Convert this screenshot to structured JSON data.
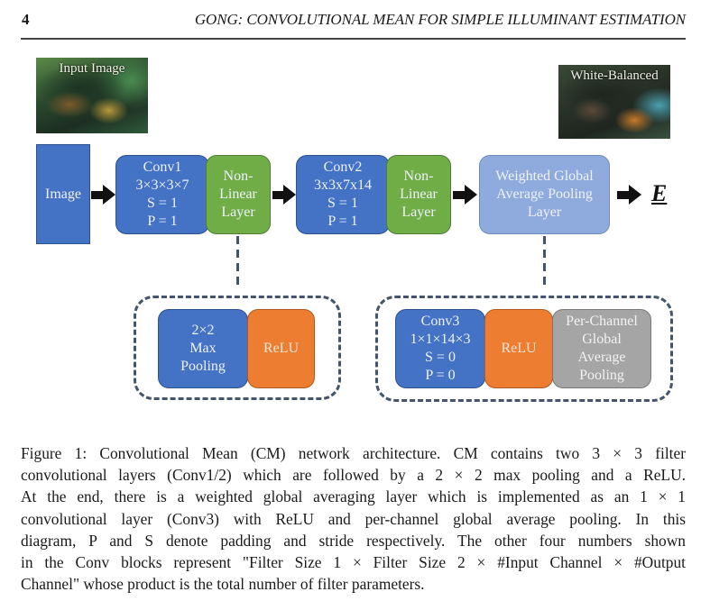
{
  "header": {
    "page_number": "4",
    "running_title": "GONG: CONVOLUTIONAL MEAN FOR SIMPLE ILLUMINANT ESTIMATION"
  },
  "figure": {
    "input_photo_label": "Input Image",
    "output_photo_label": "White-Balanced",
    "image_block": "Image",
    "conv1": [
      "Conv1",
      "3×3×3×7",
      "S = 1",
      "P = 1"
    ],
    "nonlinear1": [
      "Non-",
      "Linear",
      "Layer"
    ],
    "conv2": [
      "Conv2",
      "3x3x7x14",
      "S = 1",
      "P = 1"
    ],
    "nonlinear2": [
      "Non-",
      "Linear",
      "Layer"
    ],
    "wgap": [
      "Weighted Global",
      "Average Pooling",
      "Layer"
    ],
    "output_symbol": "E",
    "nonlinear_detail": {
      "maxpool": [
        "2×2",
        "Max",
        "Pooling"
      ],
      "relu": "ReLU"
    },
    "wgap_detail": {
      "conv3": [
        "Conv3",
        "1×1×14×3",
        "S = 0",
        "P = 0"
      ],
      "relu": "ReLU",
      "pcgap": [
        "Per-Channel",
        "Global",
        "Average",
        "Pooling"
      ]
    },
    "colors": {
      "conv_blue": "#4472c4",
      "nonlinear_green": "#70ad47",
      "wgap_lightblue": "#8faadc",
      "relu_orange": "#ed7d31",
      "pool_gray": "#a5a5a5",
      "dash_slate": "#44546a"
    }
  },
  "caption": {
    "lines": [
      "Figure 1: Convolutional Mean (CM) network architecture. CM contains two 3 × 3 filter",
      "convolutional layers (Conv1/2) which are followed by a 2 × 2 max pooling and a ReLU.",
      "At the end, there is a weighted global averaging layer which is implemented as an 1 × 1",
      "convolutional layer (Conv3) with ReLU and per-channel global average pooling. In this",
      "diagram, P and S denote padding and stride respectively. The other four numbers shown",
      "in the Conv blocks represent \"Filter Size 1 × Filter Size 2 × #Input Channel × #Output",
      "Channel\" whose product is the total number of filter parameters."
    ]
  }
}
